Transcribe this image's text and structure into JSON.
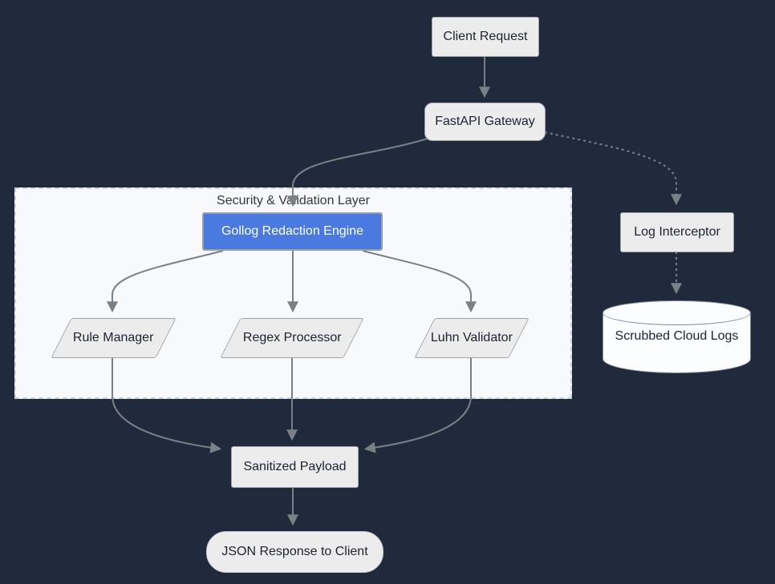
{
  "diagram": {
    "cluster": {
      "title": "Security & Validation Layer"
    },
    "nodes": {
      "client_request": {
        "label": "Client Request",
        "shape": "rect"
      },
      "fastapi_gateway": {
        "label": "FastAPI Gateway",
        "shape": "rounded-rect"
      },
      "gollog_engine": {
        "label": "Gollog Redaction Engine",
        "shape": "rect-highlighted"
      },
      "rule_manager": {
        "label": "Rule Manager",
        "shape": "parallelogram"
      },
      "regex_processor": {
        "label": "Regex Processor",
        "shape": "parallelogram"
      },
      "luhn_validator": {
        "label": "Luhn Validator",
        "shape": "parallelogram"
      },
      "sanitized_payload": {
        "label": "Sanitized Payload",
        "shape": "rect"
      },
      "json_response": {
        "label": "JSON Response to Client",
        "shape": "stadium"
      },
      "log_interceptor": {
        "label": "Log Interceptor",
        "shape": "rect"
      },
      "scrubbed_cloud_logs": {
        "label": "Scrubbed Cloud Logs",
        "shape": "cylinder"
      }
    },
    "edges": [
      {
        "from": "Client Request",
        "to": "FastAPI Gateway",
        "style": "solid"
      },
      {
        "from": "FastAPI Gateway",
        "to": "Gollog Redaction Engine",
        "style": "solid"
      },
      {
        "from": "FastAPI Gateway",
        "to": "Log Interceptor",
        "style": "dotted"
      },
      {
        "from": "Gollog Redaction Engine",
        "to": "Rule Manager",
        "style": "solid"
      },
      {
        "from": "Gollog Redaction Engine",
        "to": "Regex Processor",
        "style": "solid"
      },
      {
        "from": "Gollog Redaction Engine",
        "to": "Luhn Validator",
        "style": "solid"
      },
      {
        "from": "Rule Manager",
        "to": "Sanitized Payload",
        "style": "solid"
      },
      {
        "from": "Regex Processor",
        "to": "Sanitized Payload",
        "style": "solid"
      },
      {
        "from": "Luhn Validator",
        "to": "Sanitized Payload",
        "style": "solid"
      },
      {
        "from": "Sanitized Payload",
        "to": "JSON Response to Client",
        "style": "solid"
      },
      {
        "from": "Log Interceptor",
        "to": "Scrubbed Cloud Logs",
        "style": "dotted"
      }
    ],
    "colors": {
      "background": "#212a3c",
      "node_fill": "#ececec",
      "node_border": "#9fa4ab",
      "cluster_fill": "#f8f9fb",
      "highlight_fill": "#4a7ae0",
      "highlight_text": "#ffffff",
      "edge": "#7b8085",
      "cylinder_fill": "#fbfdff",
      "text": "#1c2230"
    }
  }
}
